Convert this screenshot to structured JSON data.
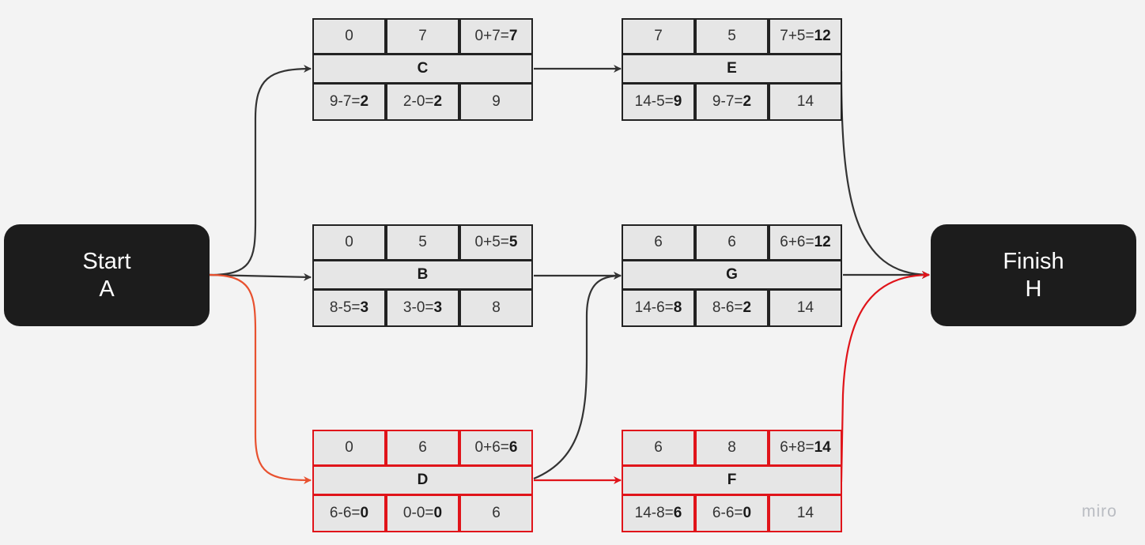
{
  "start": {
    "line1": "Start",
    "line2": "A"
  },
  "finish": {
    "line1": "Finish",
    "line2": "H"
  },
  "colors": {
    "normal": "#333333",
    "critical": "#e0141a",
    "start_critical": "#e8512f"
  },
  "nodes": [
    {
      "id": "C",
      "critical": false,
      "top": [
        [
          "0",
          ""
        ],
        [
          "7",
          ""
        ],
        [
          "0+7=",
          "7"
        ]
      ],
      "bottom": [
        [
          "9-7=",
          "2"
        ],
        [
          "2-0=",
          "2"
        ],
        [
          "9",
          ""
        ]
      ]
    },
    {
      "id": "E",
      "critical": false,
      "top": [
        [
          "7",
          ""
        ],
        [
          "5",
          ""
        ],
        [
          "7+5=",
          "12"
        ]
      ],
      "bottom": [
        [
          "14-5=",
          "9"
        ],
        [
          "9-7=",
          "2"
        ],
        [
          "14",
          ""
        ]
      ]
    },
    {
      "id": "B",
      "critical": false,
      "top": [
        [
          "0",
          ""
        ],
        [
          "5",
          ""
        ],
        [
          "0+5=",
          "5"
        ]
      ],
      "bottom": [
        [
          "8-5=",
          "3"
        ],
        [
          "3-0=",
          "3"
        ],
        [
          "8",
          ""
        ]
      ]
    },
    {
      "id": "G",
      "critical": false,
      "top": [
        [
          "6",
          ""
        ],
        [
          "6",
          ""
        ],
        [
          "6+6=",
          "12"
        ]
      ],
      "bottom": [
        [
          "14-6=",
          "8"
        ],
        [
          "8-6=",
          "2"
        ],
        [
          "14",
          ""
        ]
      ]
    },
    {
      "id": "D",
      "critical": true,
      "top": [
        [
          "0",
          ""
        ],
        [
          "6",
          ""
        ],
        [
          "0+6=",
          "6"
        ]
      ],
      "bottom": [
        [
          "6-6=",
          "0"
        ],
        [
          "0-0=",
          "0"
        ],
        [
          "6",
          ""
        ]
      ]
    },
    {
      "id": "F",
      "critical": true,
      "top": [
        [
          "6",
          ""
        ],
        [
          "8",
          ""
        ],
        [
          "6+8=",
          "14"
        ]
      ],
      "bottom": [
        [
          "14-8=",
          "6"
        ],
        [
          "6-6=",
          "0"
        ],
        [
          "14",
          ""
        ]
      ]
    }
  ],
  "logo": "miro"
}
